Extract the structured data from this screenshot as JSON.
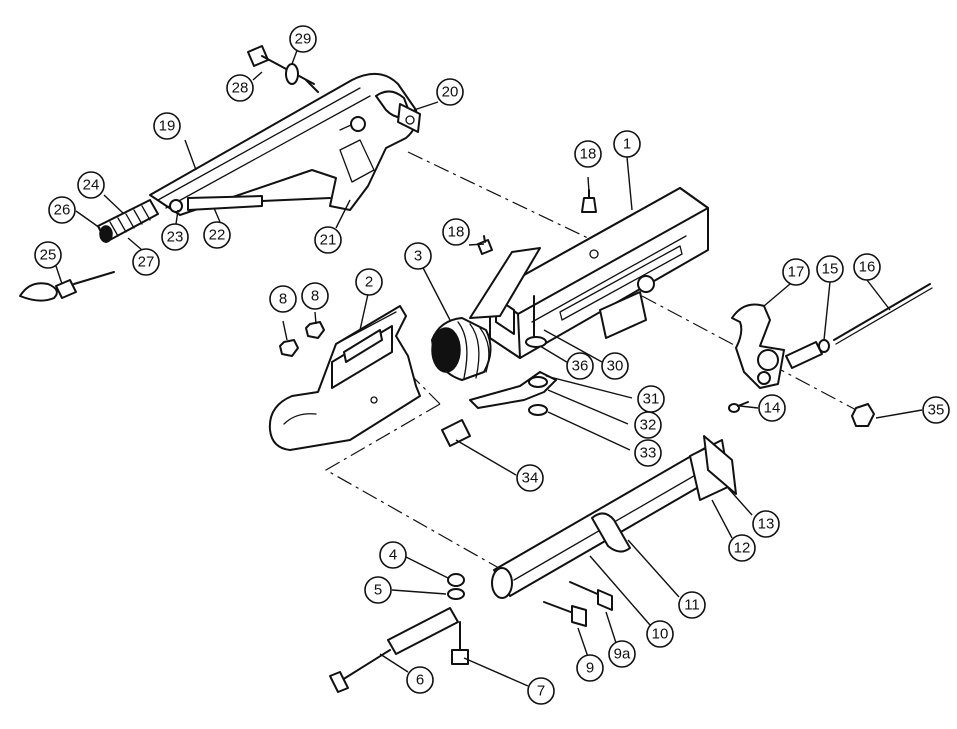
{
  "diagram": {
    "callouts": [
      "1",
      "2",
      "3",
      "4",
      "5",
      "6",
      "7",
      "8",
      "8",
      "9",
      "9a",
      "10",
      "11",
      "12",
      "13",
      "14",
      "15",
      "16",
      "17",
      "18",
      "18",
      "19",
      "20",
      "21",
      "22",
      "23",
      "24",
      "25",
      "26",
      "27",
      "28",
      "29",
      "30",
      "31",
      "32",
      "33",
      "34",
      "35",
      "36"
    ]
  }
}
